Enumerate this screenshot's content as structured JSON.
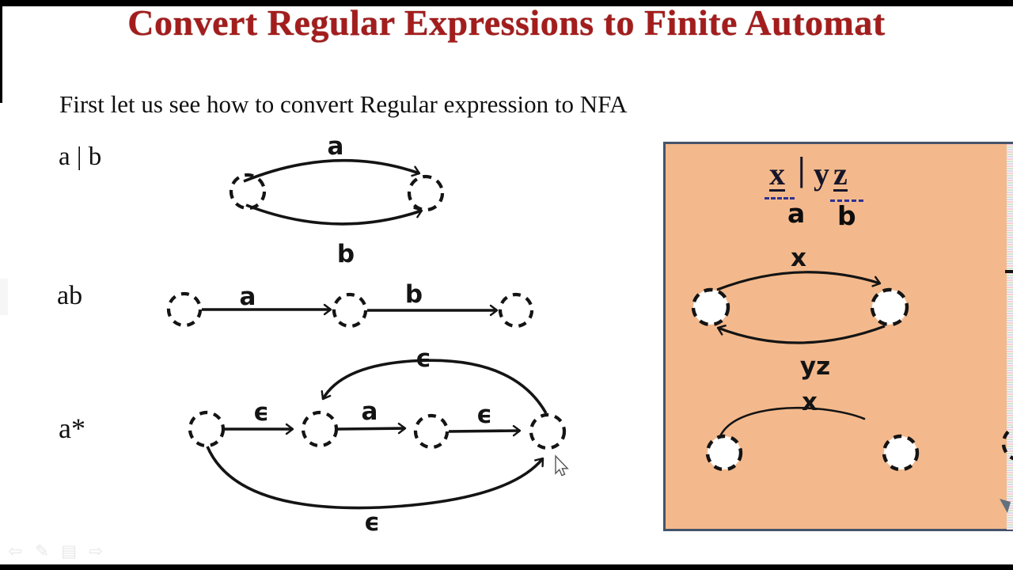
{
  "title": "Convert Regular Expressions to Finite Automat",
  "subtitle": "First let us see how to convert Regular expression to NFA",
  "colors": {
    "title_red": "#a31d1d",
    "panel_background": "#f3b98c",
    "panel_border": "#44546a",
    "underline_dash_blue": "#2e3192",
    "ink_black": "#141414"
  },
  "left": {
    "union": {
      "label": "a | b",
      "top": "a",
      "bottom": "b"
    },
    "concat": {
      "label": "ab",
      "first": "a",
      "second": "b"
    },
    "star": {
      "label": "a*",
      "e1": "ϵ",
      "mid": "a",
      "e2": "ϵ",
      "top": "ϵ",
      "bottom": "ϵ"
    }
  },
  "panel": {
    "expression": {
      "x": "x",
      "pipe": "|",
      "y": "y",
      "z": "z",
      "denom_left": "a",
      "denom_right": "b"
    },
    "diagram1": {
      "top": "x",
      "bottom": "yz"
    },
    "diagram2": {
      "label": "x"
    }
  },
  "presenter": {
    "icons": [
      {
        "name": "previous-slide",
        "glyph": "⇦"
      },
      {
        "name": "pen-tools",
        "glyph": "✎"
      },
      {
        "name": "slide-menu",
        "glyph": "▤"
      },
      {
        "name": "next-slide",
        "glyph": "⇨"
      }
    ]
  }
}
